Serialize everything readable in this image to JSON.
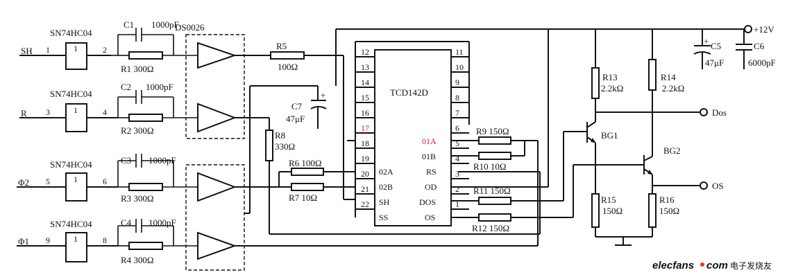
{
  "diagram": {
    "inverter_name": "SN74HC04",
    "driver_name": "DS0026",
    "ccd_name": "TCD142D",
    "signals": {
      "sh": "SH",
      "r": "R",
      "phi2": "Φ2",
      "phi1": "Φ1"
    },
    "pins": {
      "in1": "1",
      "out1": "2",
      "in2": "3",
      "out2": "4",
      "in3": "5",
      "out3": "6",
      "in4": "9",
      "out4": "8"
    },
    "resistors": {
      "r1": "R1 300Ω",
      "r2": "R2 300Ω",
      "r3": "R3 300Ω",
      "r4": "R4 300Ω",
      "r5_name": "R5",
      "r5_value": "100Ω",
      "r6": "R6 100Ω",
      "r7": "R7 10Ω",
      "r8_name": "R8",
      "r8_value": "330Ω",
      "r9": "R9 150Ω",
      "r10": "R10 10Ω",
      "r11": "R11 150Ω",
      "r12": "R12 150Ω",
      "r13_name": "R13",
      "r13_value": "2.2kΩ",
      "r14_name": "R14",
      "r14_value": "2.2kΩ",
      "r15_name": "R15",
      "r15_value": "150Ω",
      "r16_name": "R16",
      "r16_value": "150Ω"
    },
    "capacitors": {
      "c1_name": "C1",
      "c1_value": "1000pF",
      "c2_name": "C2",
      "c2_value": "1000pF",
      "c3_name": "C3",
      "c3_value": "1000pF",
      "c4_name": "C4",
      "c4_value": "1000pF",
      "c5_name": "C5",
      "c5_value": "47μF",
      "c6_name": "C6",
      "c6_value": "6000pF",
      "c7_name": "C7",
      "c7_value": "47μF",
      "plus": "+"
    },
    "ic_left_pins": [
      "12",
      "13",
      "14",
      "15",
      "16",
      "17",
      "18",
      "19",
      "20",
      "21",
      "22"
    ],
    "ic_right_pins": [
      "11",
      "10",
      "9",
      "8",
      "7",
      "6",
      "5",
      "4",
      "3",
      "2",
      "1"
    ],
    "ic_left_labels": [
      "02A",
      "02B",
      "SH",
      "SS"
    ],
    "ic_right_labels": [
      "01A",
      "01B",
      "RS",
      "OD",
      "DOS",
      "OS"
    ],
    "transistors": {
      "bg1": "BG1",
      "bg2": "BG2"
    },
    "outputs": {
      "dos": "Dos",
      "os": "OS"
    },
    "supply": "+12V",
    "watermark": {
      "site": "elecfans",
      "domain": "com",
      "cn": "电子发烧友",
      "accent": "#e8332a"
    },
    "colors": {
      "ink": "#111111",
      "highlight": "#d42020"
    }
  }
}
